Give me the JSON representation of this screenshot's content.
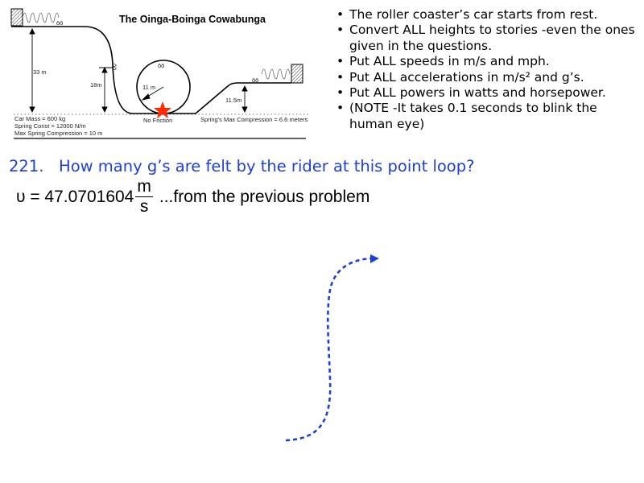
{
  "diagram": {
    "title": "The Oinga-Boinga Cowabunga",
    "height_33": "33 m",
    "height_18": "18m",
    "radius": "11 m",
    "height_11_5": "11.5m",
    "no_friction": "No Friction",
    "car_mass": "Car Mass = 600 kg",
    "spring_const": "Spring Const = 12000 N/m",
    "max_spring_compression": "Max Spring Compression = 10 m",
    "spring_max_compression_right": "Spring's Max Compression = 6.6 meters",
    "car_label": "ōō",
    "star_color": "#ff2a00"
  },
  "bullets": [
    "The roller coaster’s car starts from rest.",
    "Convert ALL heights to stories -even the ones given in the questions.",
    "Put ALL speeds in m/s and mph.",
    "Put ALL accelerations in m/s² and g’s.",
    "Put ALL powers in watts and horsepower.",
    "(NOTE -It takes 0.1 seconds to blink the human eye)"
  ],
  "question": {
    "number": "221.",
    "text": "How many g’s are felt by the rider at this point loop?",
    "color": "#1d3fd9"
  },
  "formula": {
    "lhs": "υ = 47.0701604",
    "numerator": "m",
    "denominator": "s",
    "note": "...from the previous problem"
  },
  "annotation_arrow_color": "#1d3fd9"
}
